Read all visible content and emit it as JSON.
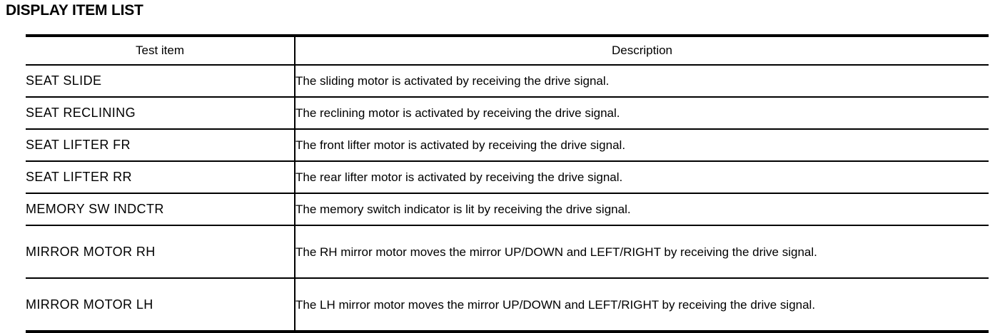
{
  "page_title": "DISPLAY ITEM LIST",
  "table": {
    "columns": [
      "Test item",
      "Description"
    ],
    "rows": [
      {
        "item": "SEAT  SLIDE",
        "description": "The sliding motor is activated by receiving the drive signal.",
        "tall": false
      },
      {
        "item": "SEAT  RECLINING",
        "description": "The reclining motor is activated by receiving the drive signal.",
        "tall": false
      },
      {
        "item": "SEAT  LIFTER  FR",
        "description": "The front lifter motor is activated by receiving the drive signal.",
        "tall": false
      },
      {
        "item": "SEAT  LIFTER  RR",
        "description": "The rear lifter motor is activated by receiving the drive signal.",
        "tall": false
      },
      {
        "item": "MEMORY  SW INDCTR",
        "description": "The memory switch indicator is lit by receiving the drive signal.",
        "tall": false
      },
      {
        "item": "MIRROR  MOTOR  RH",
        "description": "The RH mirror motor moves the mirror UP/DOWN and LEFT/RIGHT by receiving the drive signal.",
        "tall": true
      },
      {
        "item": "MIRROR  MOTOR  LH",
        "description": "The LH mirror motor moves the mirror UP/DOWN and LEFT/RIGHT by receiving the drive signal.",
        "tall": true
      }
    ]
  },
  "colors": {
    "text": "#000000",
    "background": "#ffffff",
    "rule": "#000000"
  }
}
